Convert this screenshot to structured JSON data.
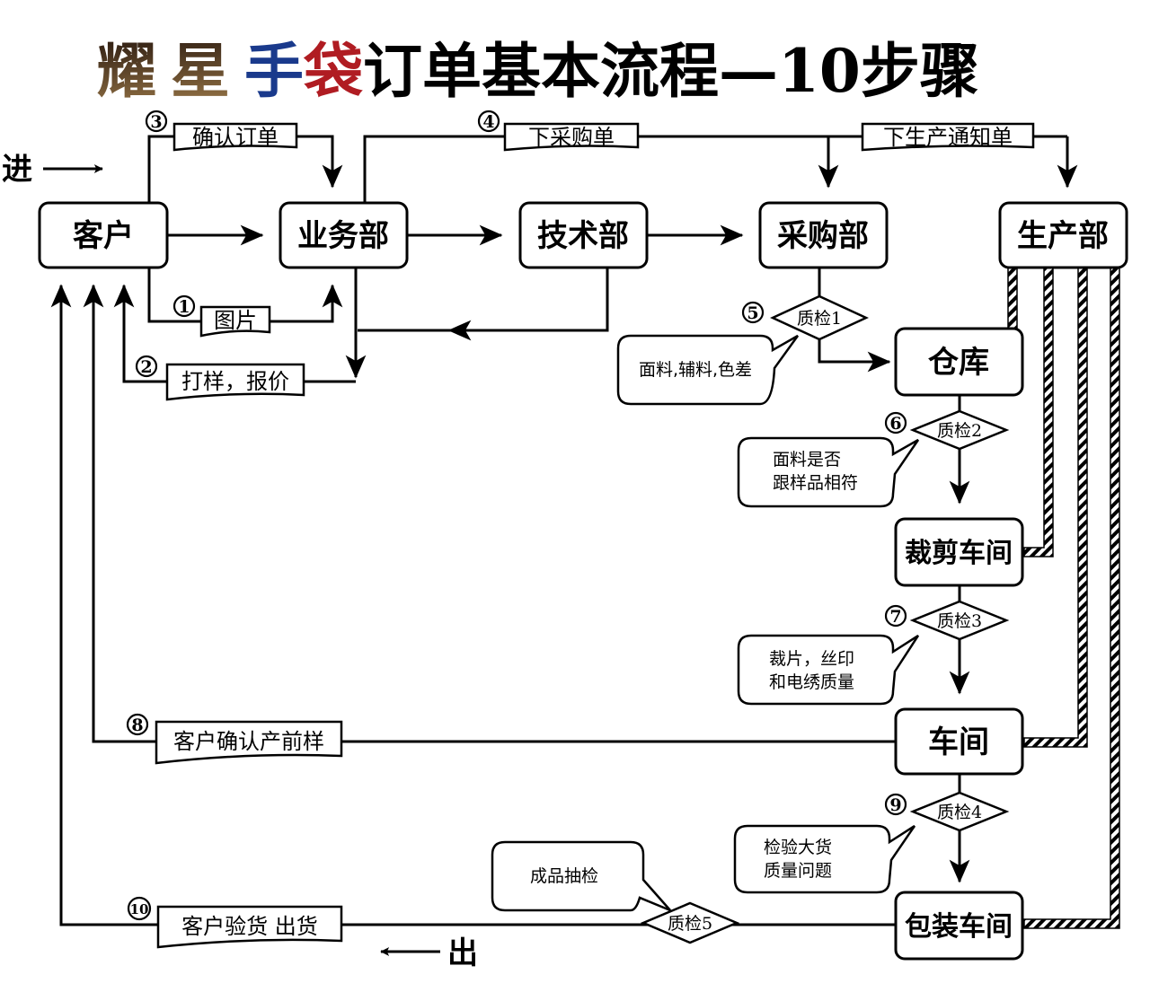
{
  "title": {
    "seg1": "耀",
    "seg2": "星",
    "seg3": "手",
    "seg4": "袋",
    "seg5": "订单基本流程—10步骤",
    "colors": {
      "seg3": "#1a3a8c",
      "seg4": "#b01c22",
      "seg5": "#000000",
      "seg12": "#5a4a30"
    }
  },
  "departments": {
    "customer": "客户",
    "sales": "业务部",
    "tech": "技术部",
    "purchase": "采购部",
    "production": "生产部",
    "warehouse": "仓库",
    "cutting": "裁剪车间",
    "workshop": "车间",
    "packing": "包装车间"
  },
  "labels": {
    "confirm_order": "确认订单",
    "purchase_order": "下采购单",
    "production_notice": "下生产通知单",
    "picture": "图片",
    "sample_quote": "打样，报价",
    "customer_confirm_sample": "客户确认产前样",
    "customer_inspect_ship": "客户验货 出货"
  },
  "steps": [
    "①",
    "②",
    "③",
    "④",
    "⑤",
    "⑥",
    "⑦",
    "⑧",
    "⑨",
    "⑩"
  ],
  "quality_checks": [
    "质检1",
    "质检2",
    "质检3",
    "质检4",
    "质检5"
  ],
  "bubbles": {
    "qc1": [
      "面料,辅料,色差"
    ],
    "qc2": [
      "面料是否",
      "跟样品相符"
    ],
    "qc3": [
      "裁片，丝印",
      "和电绣质量"
    ],
    "qc4": [
      "检验大货",
      "质量问题"
    ],
    "qc5": [
      "成品抽检"
    ]
  },
  "io": {
    "in": "进",
    "out": "出"
  }
}
